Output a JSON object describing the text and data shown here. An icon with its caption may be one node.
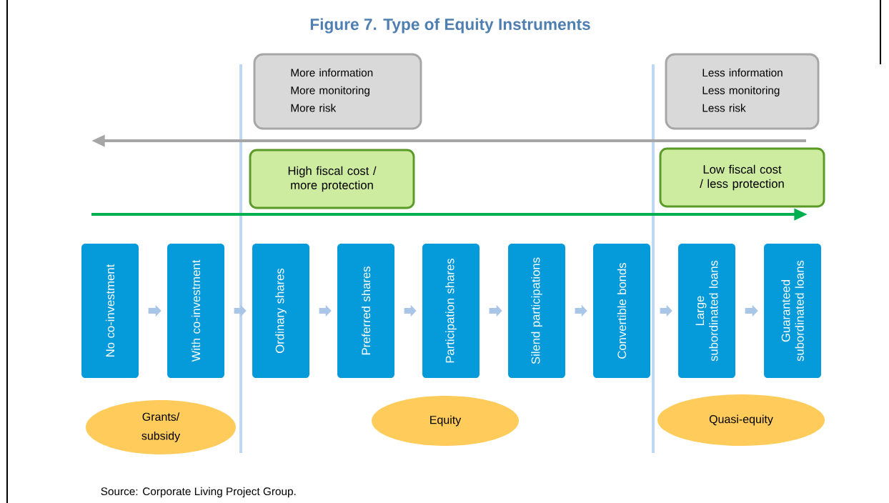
{
  "diagram": {
    "title": "Figure 7. Type of Equity Instruments",
    "caption": "Source: Corporate Living Project Group.",
    "nodes": [
      {
        "text": [
          "More information",
          "More monitoring",
          "More risk"
        ]
      },
      {
        "text": [
          "Less information",
          "Less monitoring",
          "Less risk"
        ]
      },
      {
        "text": [
          "High fiscal cost / more protection"
        ]
      },
      {
        "text": [
          "Low fiscal cost / less protection"
        ]
      },
      {
        "text": [
          "No co-investment"
        ]
      },
      {
        "text": [
          "With co-investment"
        ]
      },
      {
        "text": [
          "Ordinary shares"
        ]
      },
      {
        "text": [
          "Preferred shares"
        ]
      },
      {
        "text": [
          "Participation shares"
        ]
      },
      {
        "text": [
          "Silend participations"
        ]
      },
      {
        "text": [
          "Convertible bonds"
        ]
      },
      {
        "text": [
          "Large subordinated loans"
        ]
      },
      {
        "text": [
          "Guaranteed subordinated loans"
        ]
      },
      {
        "text": [
          "Grants/ subsidy"
        ]
      },
      {
        "text": [
          "Equity"
        ]
      },
      {
        "text": [
          "Quasi-equity"
        ]
      }
    ],
    "edges": [
      {
        "from": 4,
        "to": 5,
        "arrow": "to"
      },
      {
        "from": 5,
        "to": 6,
        "arrow": "to"
      },
      {
        "from": 6,
        "to": 7,
        "arrow": "to"
      },
      {
        "from": 7,
        "to": 8,
        "arrow": "to"
      },
      {
        "from": 8,
        "to": 9,
        "arrow": "to"
      },
      {
        "from": 9,
        "to": 10,
        "arrow": "to"
      },
      {
        "from": 10,
        "to": 11,
        "arrow": "to"
      },
      {
        "from": 11,
        "to": 12,
        "arrow": "to"
      }
    ]
  }
}
